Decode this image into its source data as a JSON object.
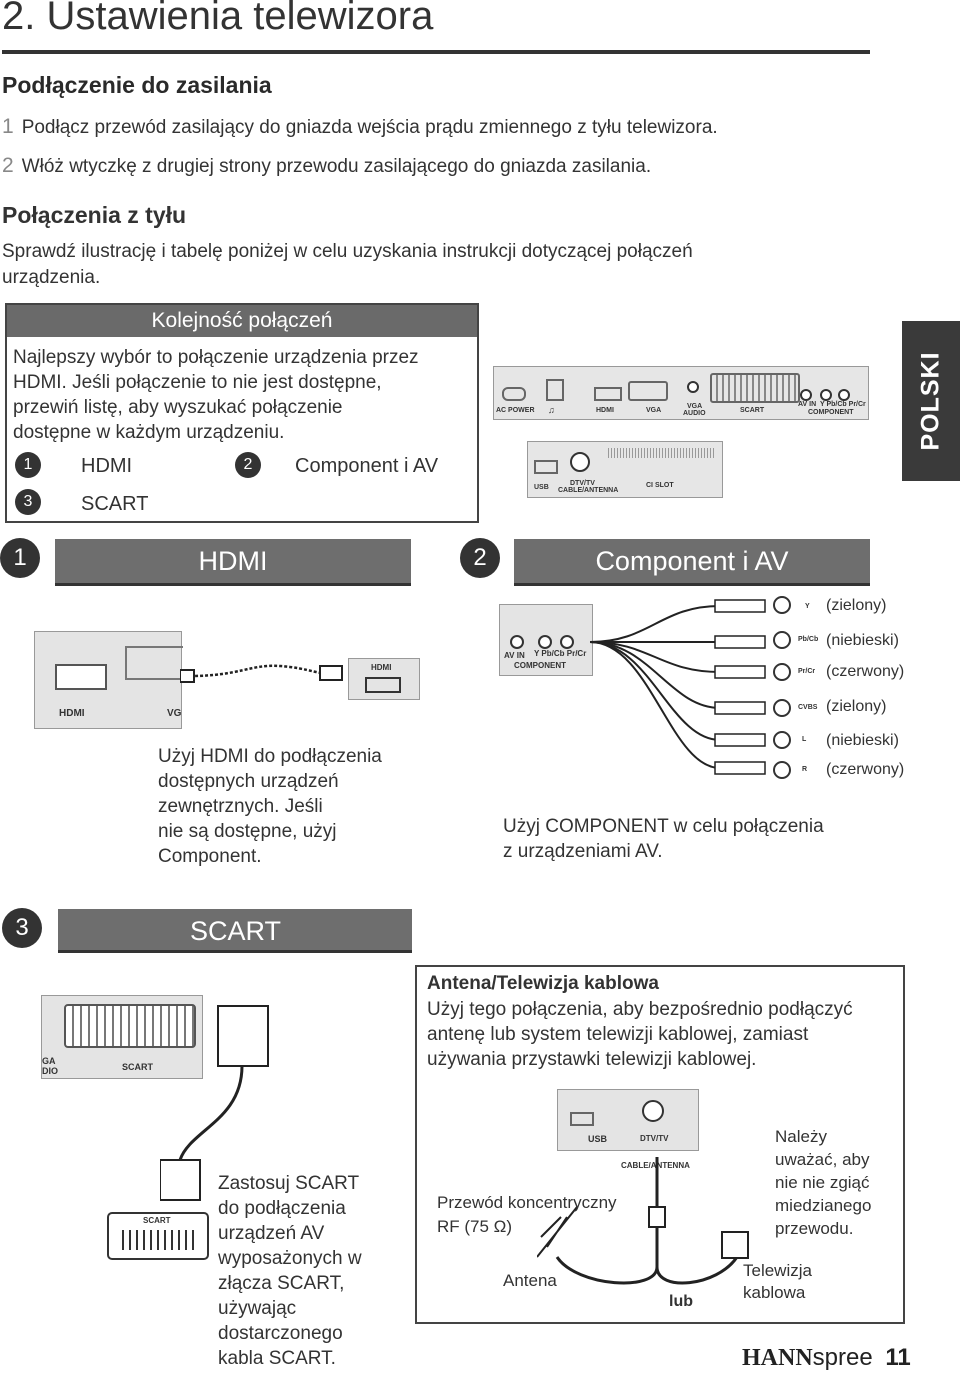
{
  "page": {
    "title": "2. Ustawienia telewizora",
    "side_tab": "POLSKI",
    "brand_bold": "HANN",
    "brand_light": "spree",
    "page_number": "11"
  },
  "power": {
    "heading": "Podłączenie do zasilania",
    "steps": [
      {
        "num": "1",
        "text": "Podłącz przewód zasilający do gniazda wejścia prądu zmiennego z tyłu telewizora."
      },
      {
        "num": "2",
        "text": "Włóż wtyczkę z drugiej strony przewodu zasilającego do gniazda zasilania."
      }
    ]
  },
  "rear": {
    "heading": "Połączenia z tyłu",
    "intro_1": "Sprawdź ilustrację i tabelę poniżej w celu uzyskania instrukcji dotyczącej połączeń",
    "intro_2": "urządzenia."
  },
  "order_box": {
    "header": "Kolejność połączeń",
    "lines": [
      "Najlepszy wybór to połączenie urządzenia przez",
      "HDMI. Jeśli połączenie to nie jest dostępne,",
      "przewiń listę, aby wyszukać połączenie",
      "dostępne w każdym urządzeniu."
    ],
    "items": [
      {
        "num": "1",
        "label": "HDMI"
      },
      {
        "num": "2",
        "label": "Component i AV"
      },
      {
        "num": "3",
        "label": "SCART"
      }
    ]
  },
  "tv_panel": {
    "ac_power": "AC POWER",
    "hdmi": "HDMI",
    "vga": "VGA",
    "vga_audio_1": "VGA",
    "vga_audio_2": "AUDIO",
    "scart": "SCART",
    "av_in": "AV IN",
    "ypbpr": "Y Pb/Cb Pr/Cr",
    "component": "COMPONENT",
    "usb": "USB",
    "dtv_1": "DTV/TV",
    "dtv_2": "CABLE/ANTENNA",
    "ci_slot": "CI SLOT"
  },
  "section1": {
    "num": "1",
    "bar": "HDMI",
    "port_label": "HDMI",
    "port_label2": "VG",
    "device_label": "HDMI",
    "text": [
      "Użyj HDMI do podłączenia",
      "dostępnych urządzeń",
      "zewnętrznych. Jeśli",
      "nie są dostępne, użyj",
      "Component."
    ]
  },
  "section2": {
    "num": "2",
    "bar": "Component i AV",
    "av_in": "AV IN",
    "ypbpr": "Y Pb/Cb Pr/Cr",
    "component": "COMPONENT",
    "plugs": [
      {
        "code": "Y",
        "color_name": "(zielony)"
      },
      {
        "code": "Pb/Cb",
        "color_name": "(niebieski)"
      },
      {
        "code": "Pr/Cr",
        "color_name": "(czerwony)"
      },
      {
        "code": "CVBS",
        "color_name": "(zielony)"
      },
      {
        "code": "L",
        "color_name": "(niebieski)"
      },
      {
        "code": "R",
        "color_name": "(czerwony)"
      }
    ],
    "text": [
      "Użyj COMPONENT w celu połączenia",
      "z urządzeniami AV."
    ]
  },
  "section3": {
    "num": "3",
    "bar": "SCART",
    "panel_left_1": "GA",
    "panel_left_2": "DIO",
    "panel_label": "SCART",
    "plug_label": "SCART",
    "text": [
      "Zastosuj SCART",
      "do podłączenia",
      "urządzeń AV",
      "wyposażonych w",
      "złącza SCART,",
      "używając",
      "dostarczonego",
      "kabla SCART."
    ]
  },
  "antenna": {
    "heading": "Antena/Telewizja kablowa",
    "lines": [
      "Użyj tego połączenia, aby bezpośrednio podłączyć",
      "antenę lub system telewizji kablowej, zamiast",
      "używania przystawki telewizji kablowej."
    ],
    "usb": "USB",
    "dtv_1": "DTV/TV",
    "dtv_2": "CABLE/ANTENNA",
    "cable_label_1": "Przewód koncentryczny",
    "cable_label_2": "RF (75 Ω)",
    "antenna_label": "Antena",
    "or_label": "lub",
    "cable_tv_1": "Telewizja",
    "cable_tv_2": "kablowa",
    "note": [
      "Należy",
      "uważać, aby",
      "nie nie zgiąć",
      "miedzianego",
      "przewodu."
    ]
  }
}
